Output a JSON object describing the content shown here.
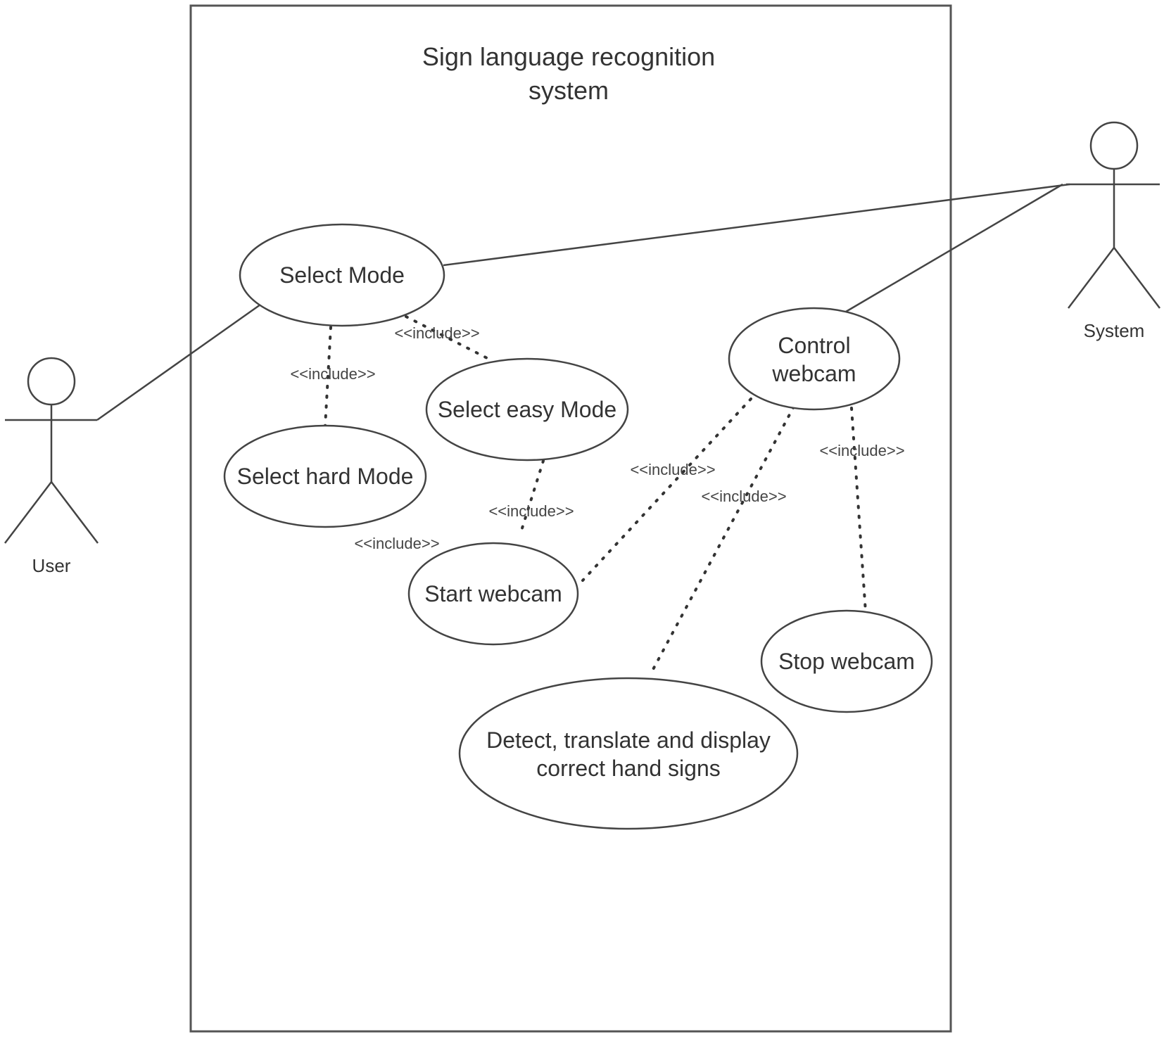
{
  "system_boundary": {
    "title_line1": "Sign language recognition",
    "title_line2": "system"
  },
  "actors": {
    "user": "User",
    "system": "System"
  },
  "use_cases": {
    "select_mode": "Select Mode",
    "select_easy_mode": "Select easy Mode",
    "select_hard_mode": "Select hard Mode",
    "start_webcam": "Start webcam",
    "control_webcam_line1": "Control",
    "control_webcam_line2": "webcam",
    "stop_webcam": "Stop webcam",
    "detect_line1": "Detect, translate and display",
    "detect_line2": "correct hand signs"
  },
  "relations": {
    "include_label": "<<include>>"
  }
}
